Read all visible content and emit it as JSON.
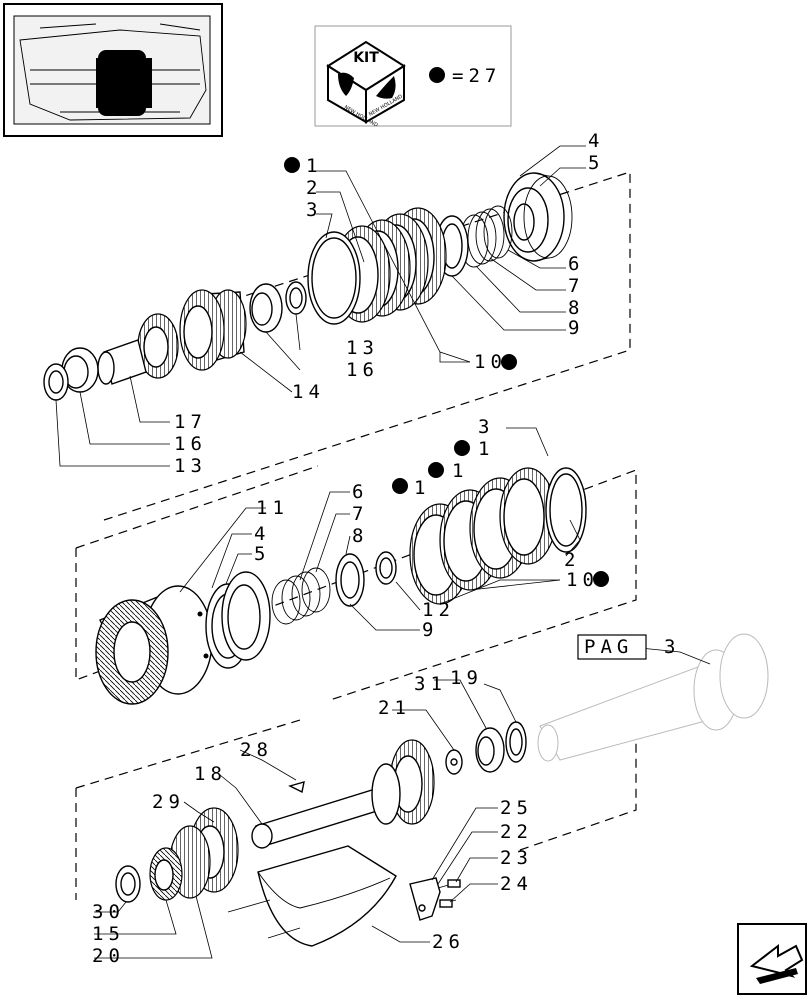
{
  "kit": {
    "badge_text": "KIT",
    "brand_text": "NEW HOLLAND",
    "legend_value": "=27"
  },
  "reference": {
    "box_text": "PAG",
    "page_number": "3"
  },
  "callouts": [
    {
      "id": "c1",
      "text": "1",
      "kit": true
    },
    {
      "id": "c2",
      "text": "2",
      "kit": false
    },
    {
      "id": "c3",
      "text": "3",
      "kit": false
    },
    {
      "id": "c4",
      "text": "4",
      "kit": false
    },
    {
      "id": "c5",
      "text": "5",
      "kit": false
    },
    {
      "id": "c6",
      "text": "6",
      "kit": false
    },
    {
      "id": "c7",
      "text": "7",
      "kit": false
    },
    {
      "id": "c8",
      "text": "8",
      "kit": false
    },
    {
      "id": "c9",
      "text": "9",
      "kit": false
    },
    {
      "id": "c10",
      "text": "10",
      "kit": true
    },
    {
      "id": "c13a",
      "text": "13",
      "kit": false
    },
    {
      "id": "c16a",
      "text": "16",
      "kit": false
    },
    {
      "id": "c14",
      "text": "14",
      "kit": false
    },
    {
      "id": "c17",
      "text": "17",
      "kit": false
    },
    {
      "id": "c16b",
      "text": "16",
      "kit": false
    },
    {
      "id": "c13b",
      "text": "13",
      "kit": false
    },
    {
      "id": "d3",
      "text": "3",
      "kit": false
    },
    {
      "id": "d1a",
      "text": "1",
      "kit": true
    },
    {
      "id": "d1b",
      "text": "1",
      "kit": true
    },
    {
      "id": "d1c",
      "text": "1",
      "kit": true
    },
    {
      "id": "d11",
      "text": "11",
      "kit": false
    },
    {
      "id": "d6",
      "text": "6",
      "kit": false
    },
    {
      "id": "d7",
      "text": "7",
      "kit": false
    },
    {
      "id": "d4",
      "text": "4",
      "kit": false
    },
    {
      "id": "d8",
      "text": "8",
      "kit": false
    },
    {
      "id": "d5",
      "text": "5",
      "kit": false
    },
    {
      "id": "d2",
      "text": "2",
      "kit": false
    },
    {
      "id": "d10",
      "text": "10",
      "kit": true
    },
    {
      "id": "d12",
      "text": "12",
      "kit": false
    },
    {
      "id": "d9",
      "text": "9",
      "kit": false
    },
    {
      "id": "e31",
      "text": "31",
      "kit": false
    },
    {
      "id": "e19",
      "text": "19",
      "kit": false
    },
    {
      "id": "e21",
      "text": "21",
      "kit": false
    },
    {
      "id": "e28",
      "text": "28",
      "kit": false
    },
    {
      "id": "e18",
      "text": "18",
      "kit": false
    },
    {
      "id": "e29",
      "text": "29",
      "kit": false
    },
    {
      "id": "e25",
      "text": "25",
      "kit": false
    },
    {
      "id": "e22",
      "text": "22",
      "kit": false
    },
    {
      "id": "e23",
      "text": "23",
      "kit": false
    },
    {
      "id": "e24",
      "text": "24",
      "kit": false
    },
    {
      "id": "e30",
      "text": "30",
      "kit": false
    },
    {
      "id": "e15",
      "text": "15",
      "kit": false
    },
    {
      "id": "e20",
      "text": "20",
      "kit": false
    },
    {
      "id": "e26",
      "text": "26",
      "kit": false
    }
  ]
}
